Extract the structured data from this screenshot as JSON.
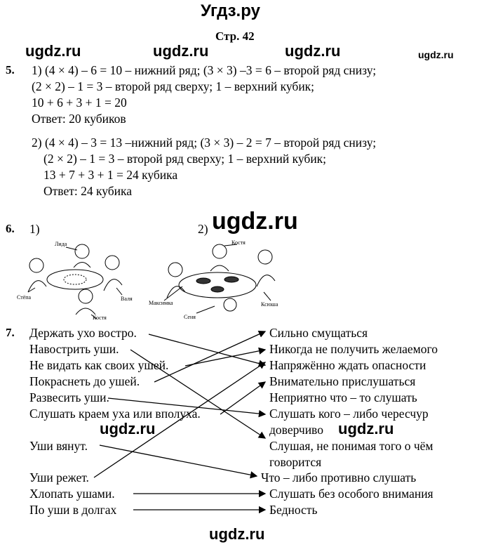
{
  "header": {
    "site_title": "Угдз.ру",
    "page": "Стр. 42"
  },
  "watermarks": [
    "ugdz.ru",
    "ugdz.ru",
    "ugdz.ru",
    "ugdz.ru",
    "ugdz.ru",
    "ugdz.ru",
    "ugdz.ru",
    "ugdz.ru"
  ],
  "task5": {
    "number": "5.",
    "part1": [
      "1) (4 × 4) – 6 = 10 – нижний ряд;  (3 × 3) –3 = 6 – второй ряд снизу;",
      "(2 × 2) – 1 = 3 – второй ряд сверху;  1 – верхний кубик;",
      "10 + 6 + 3 + 1 = 20",
      "Ответ: 20 кубиков"
    ],
    "part2": [
      "2) (4 × 4) – 3 = 13 –нижний ряд;  (3 × 3) – 2 = 7 – второй ряд снизу;",
      "(2 × 2) – 1 = 3 – второй ряд сверху;   1 – верхний кубик;",
      "13 + 7 + 3 + 1 = 24 кубика",
      "Ответ: 24 кубика"
    ]
  },
  "task6": {
    "number": "6.",
    "label1": "1)",
    "label2": "2)",
    "picture1_names": [
      "Лида",
      "Стёпа",
      "Валя",
      "Костя"
    ],
    "picture2_names": [
      "Костя",
      "Максимка",
      "Сеня",
      "Ксюша"
    ]
  },
  "task7": {
    "number": "7.",
    "left": [
      "Держать ухо востро.",
      "Навострить уши.",
      "Не видать как своих ушей.",
      "Покраснеть до ушей.",
      "Развесить уши.",
      "Слушать краем уха или вполуха.",
      "Уши вянут.",
      "Уши режет.",
      "Хлопать ушами.",
      "По уши в долгах"
    ],
    "right": [
      "Сильно смущаться",
      "Никогда не получить желаемого",
      "Напряжённо ждать опасности",
      "Внимательно прислушаться",
      "Неприятно что – то слушать",
      "Слушать кого – либо чересчур",
      "доверчиво",
      "Слушая, не понимая того о чём",
      "говорится",
      "Что – либо противно слушать",
      "Слушать без особого внимания",
      "Бедность"
    ]
  }
}
